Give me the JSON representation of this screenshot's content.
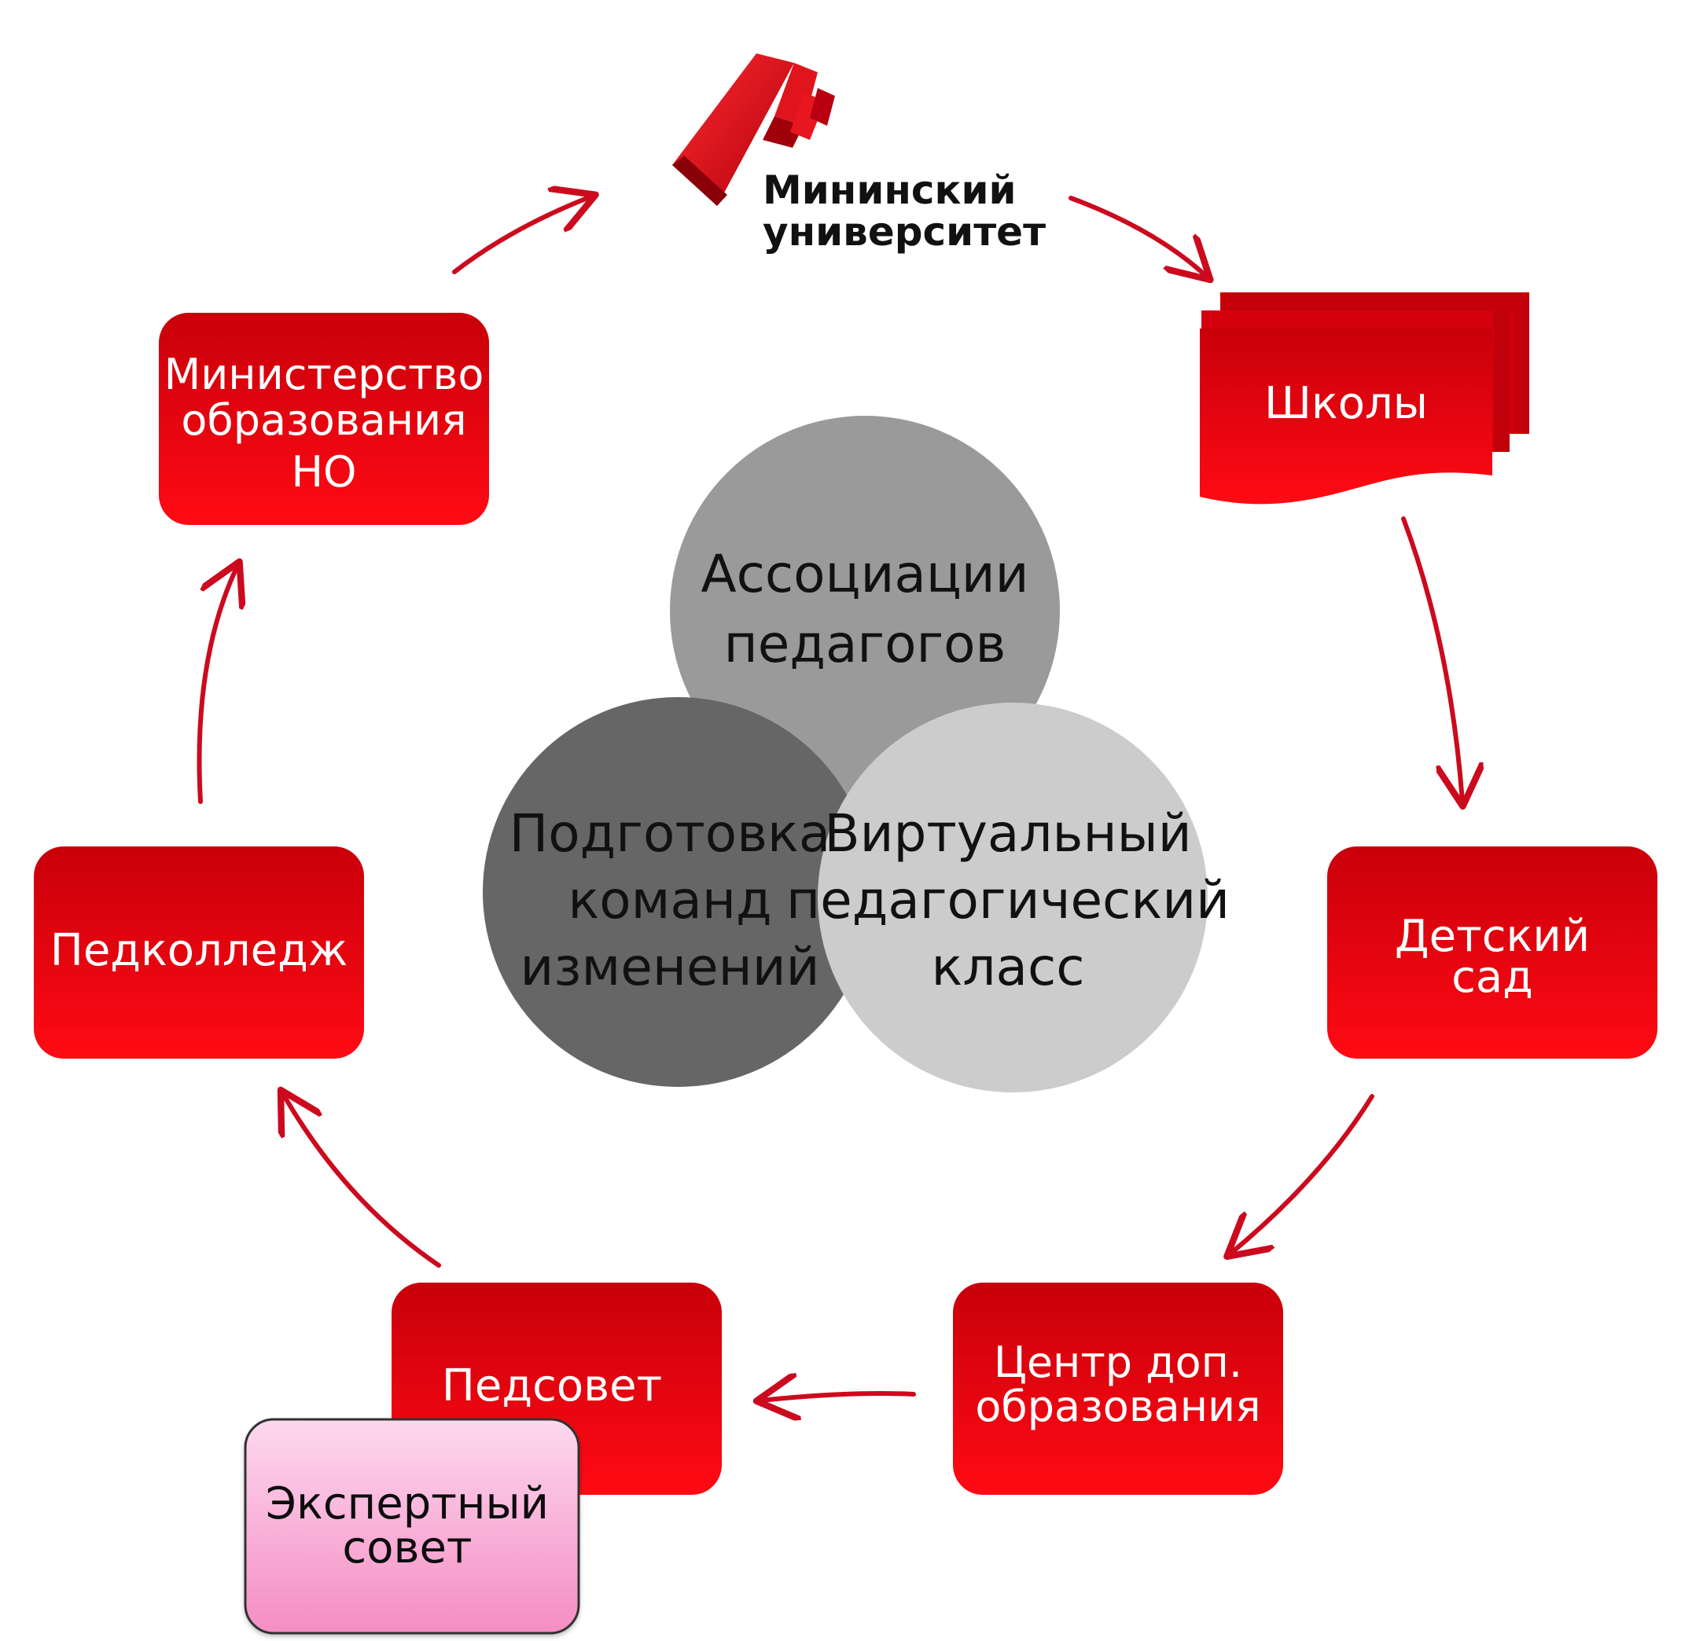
{
  "colors": {
    "red_top": "#c8000a",
    "red_bottom": "#ff0a14",
    "arrow": "#cc0a1e",
    "pink_top": "#fdd8ef",
    "pink_bottom": "#f48dc3",
    "circle_top": "#9a9a9a",
    "circle_left": "#666666",
    "circle_right": "#cccccc"
  },
  "logo": {
    "icon": "mininsky-university-logo-icon",
    "line1": "Мининский",
    "line2": "университет"
  },
  "nodes": {
    "ministry": {
      "line1": "Министерство",
      "line2": "образования",
      "line3": "НО"
    },
    "schools": {
      "label": "Школы"
    },
    "kindergarten": {
      "line1": "Детский",
      "line2": "сад"
    },
    "extra_center": {
      "line1": "Центр доп.",
      "line2": "образования"
    },
    "pedsovet": {
      "label": "Педсовет"
    },
    "expert_council": {
      "line1": "Экспертный",
      "line2": "совет"
    },
    "pedcollege": {
      "label": "Педколледж"
    }
  },
  "circles": {
    "associations": {
      "line1": "Ассоциации",
      "line2": "педагогов"
    },
    "teams": {
      "line1": "Подготовка",
      "line2": "команд",
      "line3": "изменений"
    },
    "virtual_class": {
      "line1": "Виртуальный",
      "line2": "педагогический",
      "line3": "класс"
    }
  }
}
